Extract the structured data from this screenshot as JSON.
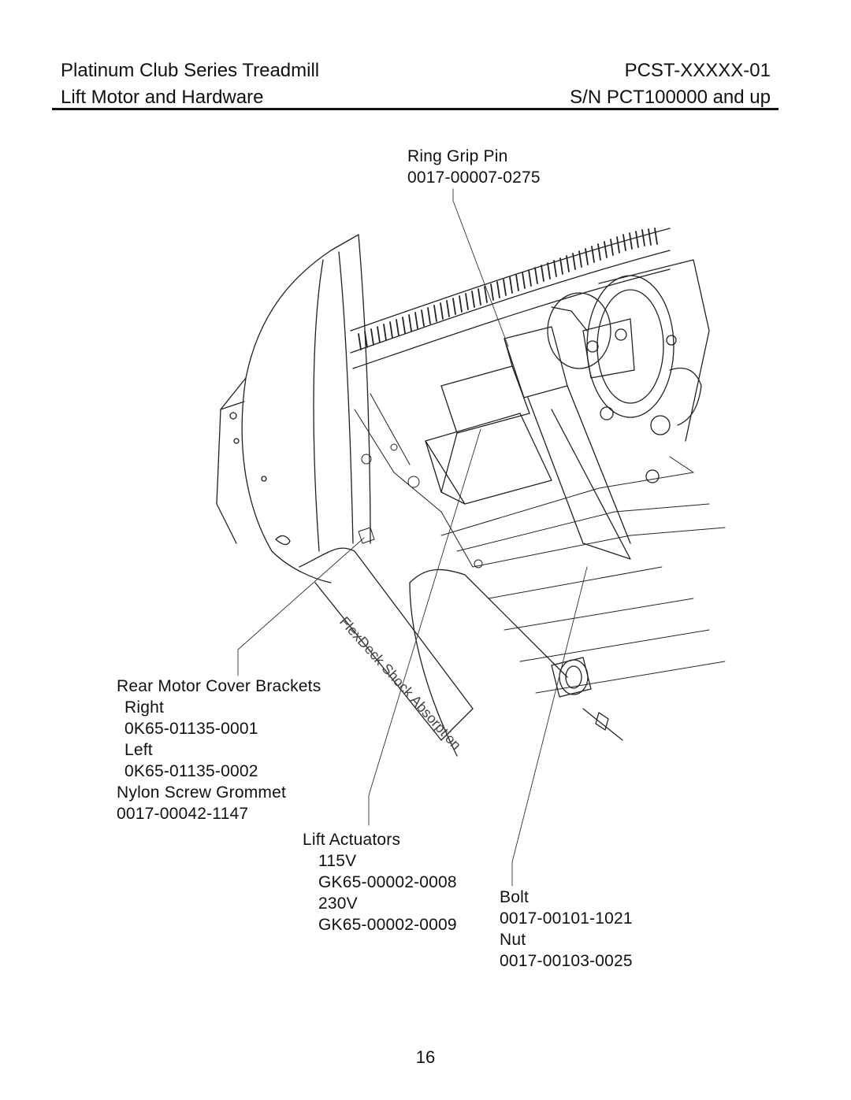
{
  "header": {
    "title": "Platinum Club Series Treadmill",
    "model": "PCST-XXXXX-01",
    "section": "Lift Motor and Hardware",
    "serial": "S/N PCT100000 and up"
  },
  "callouts": {
    "ring_grip_pin": {
      "name": "Ring Grip Pin",
      "part": "0017-00007-0275"
    },
    "rear_motor_cover": {
      "name": "Rear Motor Cover Brackets",
      "right_label": "Right",
      "right_part": "0K65-01135-0001",
      "left_label": "Left",
      "left_part": "0K65-01135-0002",
      "grommet_name": "Nylon Screw Grommet",
      "grommet_part": "0017-00042-1147"
    },
    "lift_actuators": {
      "name": "Lift Actuators",
      "v115": "115V",
      "part_115": "GK65-00002-0008",
      "v230": "230V",
      "part_230": "GK65-00002-0009"
    },
    "bolt_nut": {
      "bolt": "Bolt",
      "bolt_part": "0017-00101-1021",
      "nut": "Nut",
      "nut_part": "0017-00103-0025"
    }
  },
  "figure": {
    "decal_text": "FlexDeck Shock Absorption"
  },
  "page_number": "16"
}
